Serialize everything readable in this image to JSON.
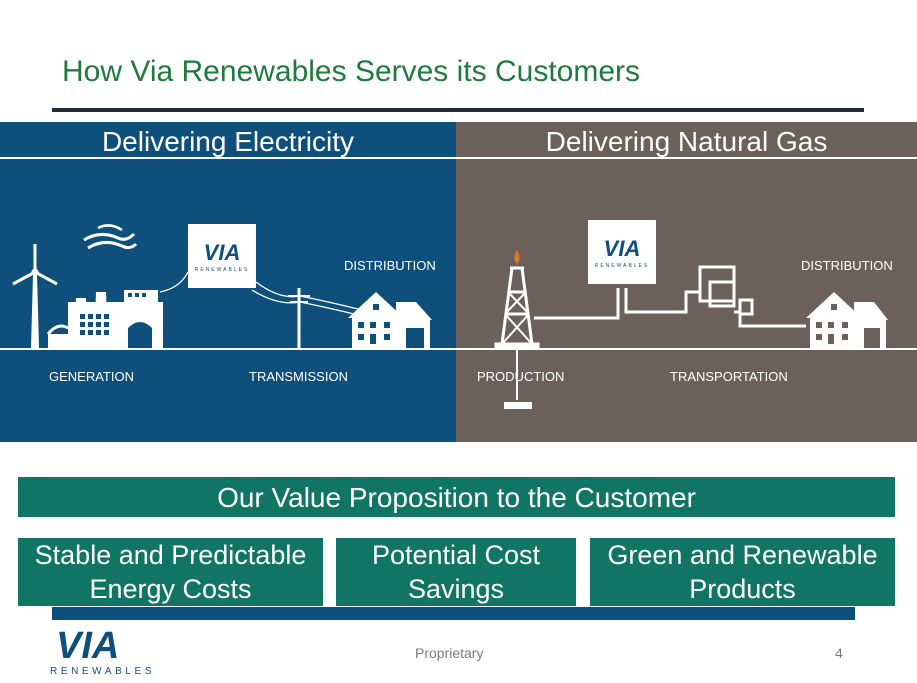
{
  "slide": {
    "title": "How Via Renewables Serves its Customers",
    "footer": "Proprietary",
    "page_number": "4"
  },
  "electricity": {
    "heading": "Delivering Electricity",
    "labels": {
      "generation": "GENERATION",
      "transmission": "TRANSMISSION",
      "distribution": "DISTRIBUTION"
    }
  },
  "gas": {
    "heading": "Delivering Natural Gas",
    "labels": {
      "production": "PRODUCTION",
      "transportation": "TRANSPORTATION",
      "distribution": "DISTRIBUTION"
    }
  },
  "value": {
    "banner": "Our Value Proposition to the Customer",
    "boxes": [
      {
        "line1": "Stable and Predictable",
        "line2": "Energy Costs"
      },
      {
        "line1": "Potential Cost",
        "line2": "Savings"
      },
      {
        "line1": "Green and Renewable",
        "line2": "Products"
      }
    ]
  },
  "logo": {
    "mark": "VIA",
    "word": "RENEWABLES"
  },
  "colors": {
    "title_green": "#1e7b3c",
    "electric_blue": "#0f4f7c",
    "gas_taupe": "#6b615a",
    "value_teal": "#117566",
    "flame_orange": "#e8742a"
  }
}
